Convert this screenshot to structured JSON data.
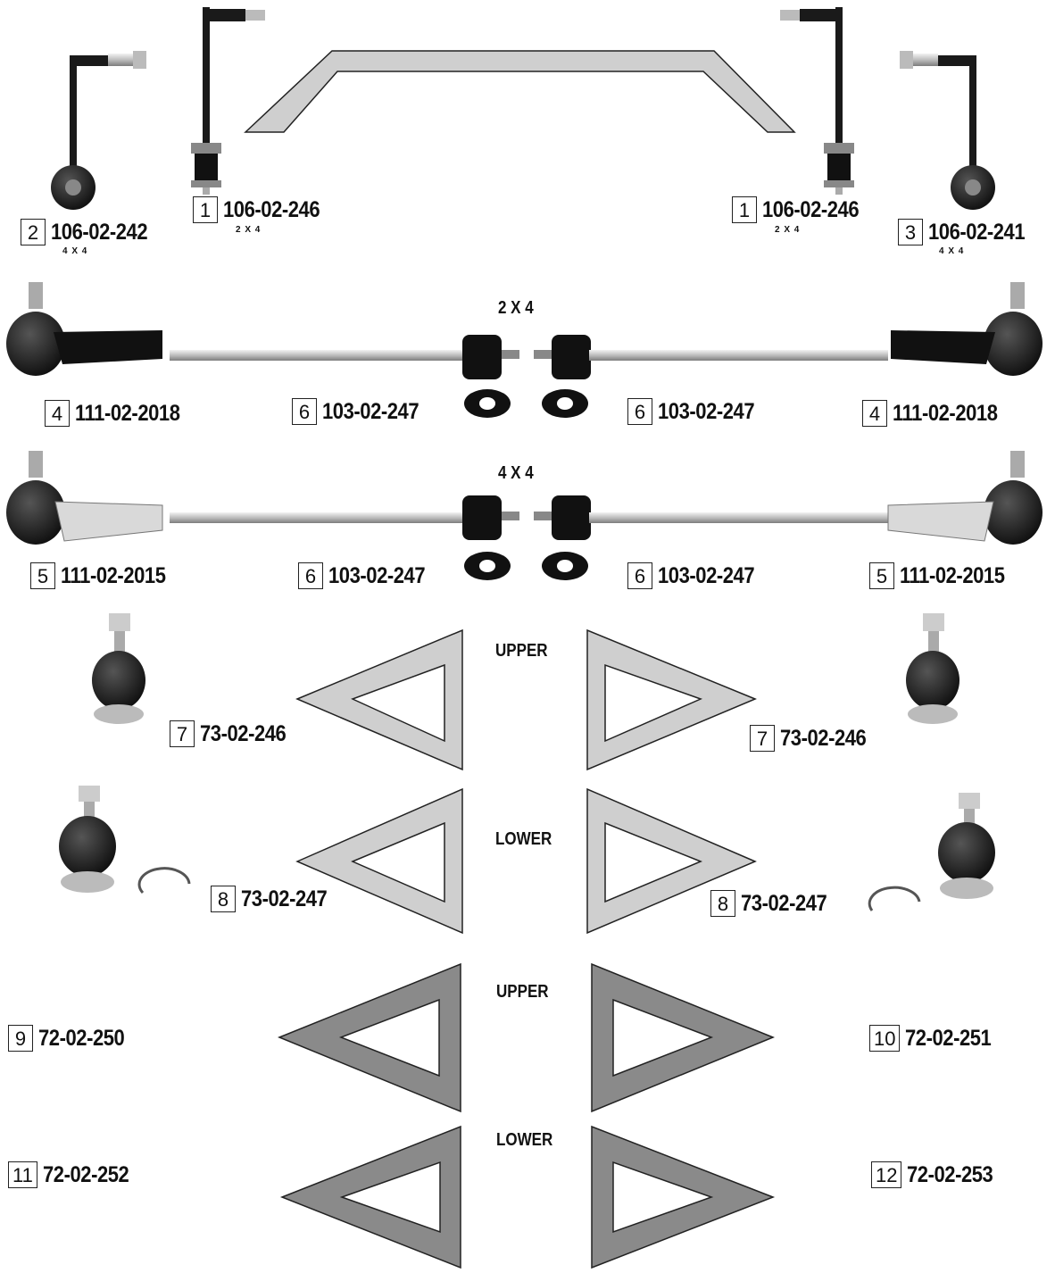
{
  "colors": {
    "light_part": "#cfcfcf",
    "dark_part": "#8a8a8a",
    "outline": "#222222",
    "rubber": "#1a1a1a",
    "metal": "#c9c9c9"
  },
  "headers": {
    "tie_2x4": "2 X 4",
    "tie_4x4": "4 X 4",
    "upper_1": "UPPER",
    "lower_1": "LOWER",
    "upper_2": "UPPER",
    "lower_2": "LOWER"
  },
  "labels": {
    "l2": {
      "num": "2",
      "part": "106-02-242",
      "sub": "4 X 4"
    },
    "l1a": {
      "num": "1",
      "part": "106-02-246",
      "sub": "2 X 4"
    },
    "l1b": {
      "num": "1",
      "part": "106-02-246",
      "sub": "2 X 4"
    },
    "l3": {
      "num": "3",
      "part": "106-02-241",
      "sub": "4 X 4"
    },
    "l4a": {
      "num": "4",
      "part": "111-02-2018"
    },
    "l6a": {
      "num": "6",
      "part": "103-02-247"
    },
    "l6b": {
      "num": "6",
      "part": "103-02-247"
    },
    "l4b": {
      "num": "4",
      "part": "111-02-2018"
    },
    "l5a": {
      "num": "5",
      "part": "111-02-2015"
    },
    "l6c": {
      "num": "6",
      "part": "103-02-247"
    },
    "l6d": {
      "num": "6",
      "part": "103-02-247"
    },
    "l5b": {
      "num": "5",
      "part": "111-02-2015"
    },
    "l7a": {
      "num": "7",
      "part": "73-02-246"
    },
    "l7b": {
      "num": "7",
      "part": "73-02-246"
    },
    "l8a": {
      "num": "8",
      "part": "73-02-247"
    },
    "l8b": {
      "num": "8",
      "part": "73-02-247"
    },
    "l9": {
      "num": "9",
      "part": "72-02-250"
    },
    "l10": {
      "num": "10",
      "part": "72-02-251"
    },
    "l11": {
      "num": "11",
      "part": "72-02-252"
    },
    "l12": {
      "num": "12",
      "part": "72-02-253"
    }
  }
}
